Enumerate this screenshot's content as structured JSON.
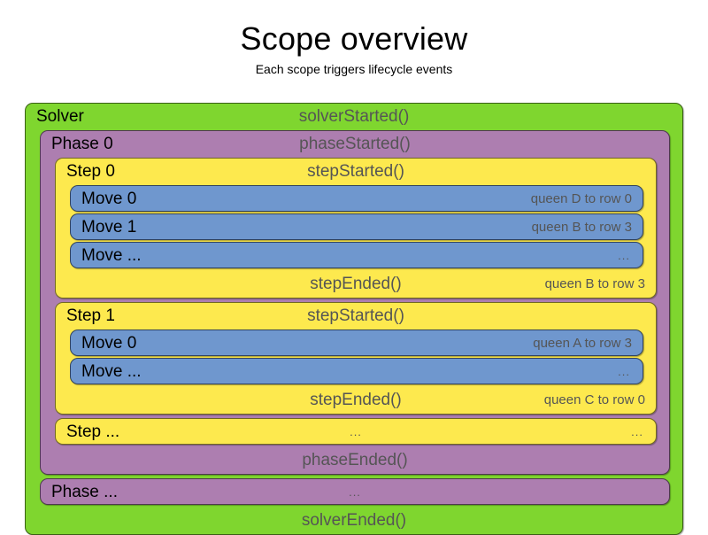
{
  "heading": {
    "title": "Scope overview",
    "subtitle": "Each scope triggers lifecycle events"
  },
  "colors": {
    "solver": "#7fd62f",
    "phase": "#ad7eb0",
    "step": "#fde94e",
    "move": "#6f97ce",
    "event_text": "#555555",
    "label_text": "#000000",
    "background": "#ffffff"
  },
  "solver": {
    "label": "Solver",
    "started_event": "solverStarted()",
    "ended_event": "solverEnded()",
    "phases": [
      {
        "label": "Phase 0",
        "started_event": "phaseStarted()",
        "ended_event": "phaseEnded()",
        "steps": [
          {
            "label": "Step 0",
            "started_event": "stepStarted()",
            "ended_event": "stepEnded()",
            "ended_detail": "queen B to row 3",
            "moves": [
              {
                "label": "Move 0",
                "detail": "queen D to row 0"
              },
              {
                "label": "Move 1",
                "detail": "queen B to row 3"
              },
              {
                "label": "Move ...",
                "detail": "..."
              }
            ]
          },
          {
            "label": "Step 1",
            "started_event": "stepStarted()",
            "ended_event": "stepEnded()",
            "ended_detail": "queen C to row 0",
            "moves": [
              {
                "label": "Move 0",
                "detail": "queen A to row 3"
              },
              {
                "label": "Move ...",
                "detail": "..."
              }
            ]
          }
        ],
        "step_ellipsis": {
          "label": "Step ...",
          "center": "...",
          "right": "..."
        }
      }
    ],
    "phase_ellipsis": {
      "label": "Phase ...",
      "center": "..."
    }
  }
}
